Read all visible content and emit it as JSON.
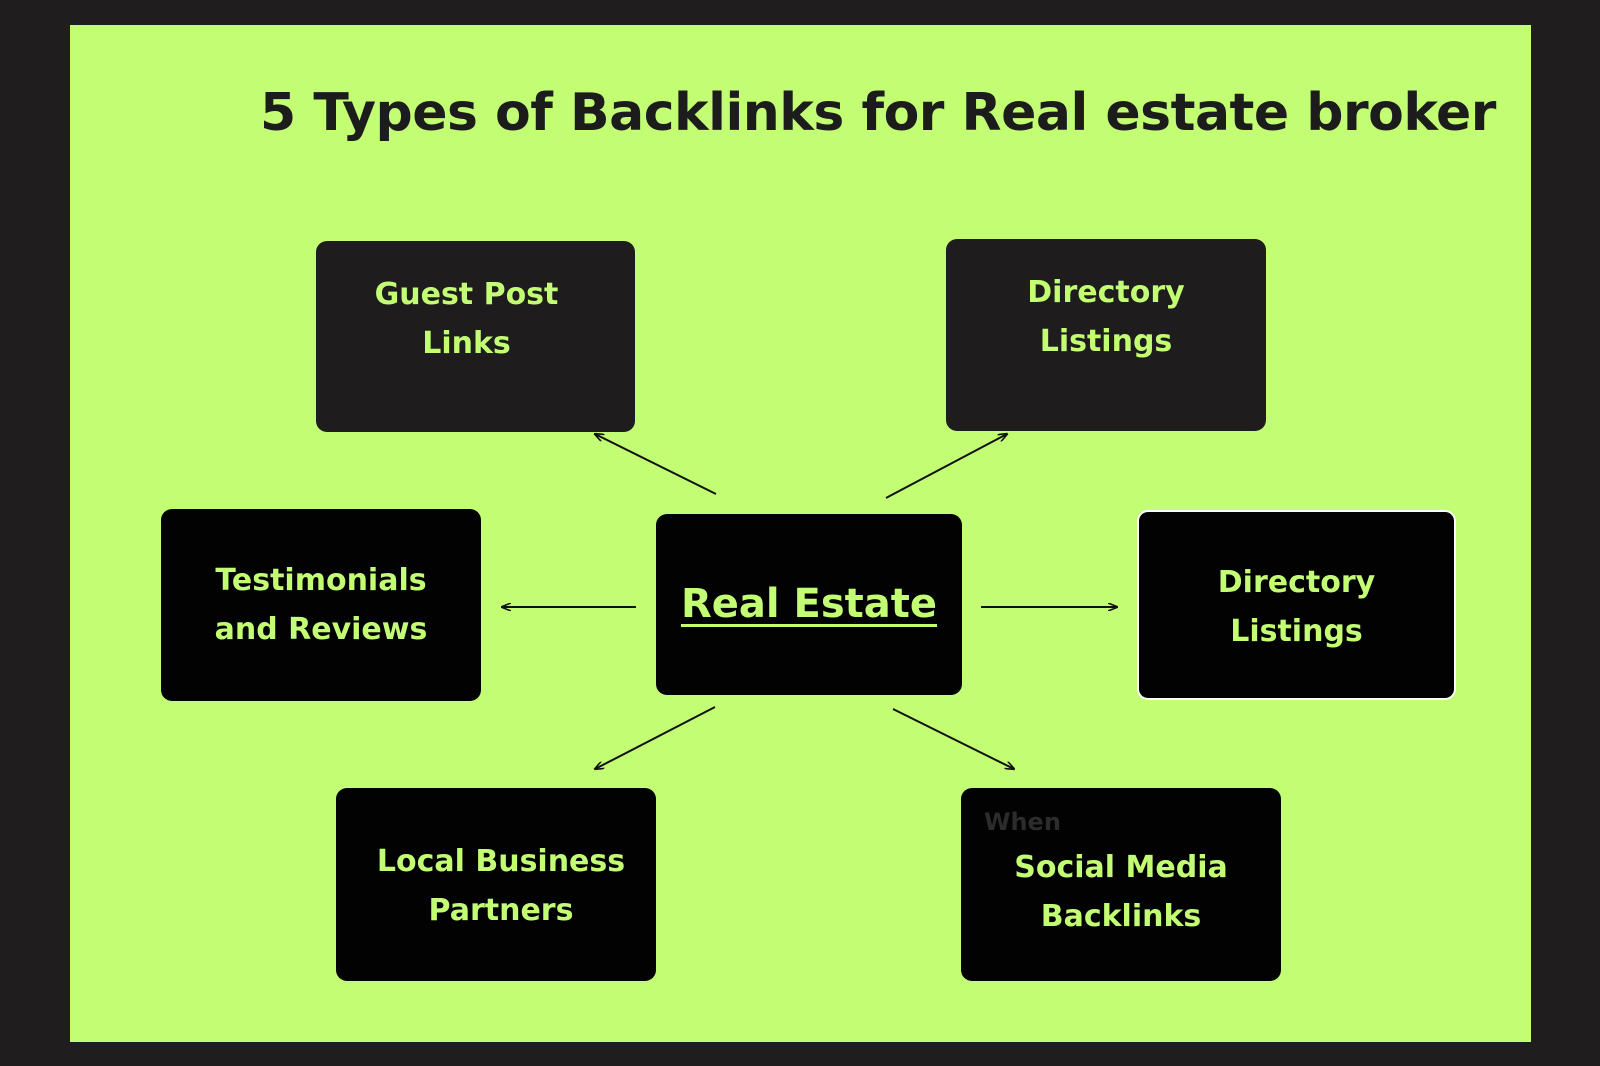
{
  "title": "5 Types of Backlinks for Real estate broker",
  "center": {
    "label": "Real Estate"
  },
  "nodes": {
    "guest_post": "Guest Post\nLinks",
    "directory_top": "Directory\nListings",
    "testimonials": "Testimonials\nand Reviews",
    "directory_right": "Directory\nListings",
    "local_business": "Local Business\nPartners",
    "social_media": "Social Media\nBacklinks"
  },
  "ghost_text": "When",
  "colors": {
    "background": "#1f1d1e",
    "canvas": "#c2fd74",
    "box": "#1e1c1d",
    "box_text": "#c2fd74",
    "title": "#1d1c1d"
  }
}
